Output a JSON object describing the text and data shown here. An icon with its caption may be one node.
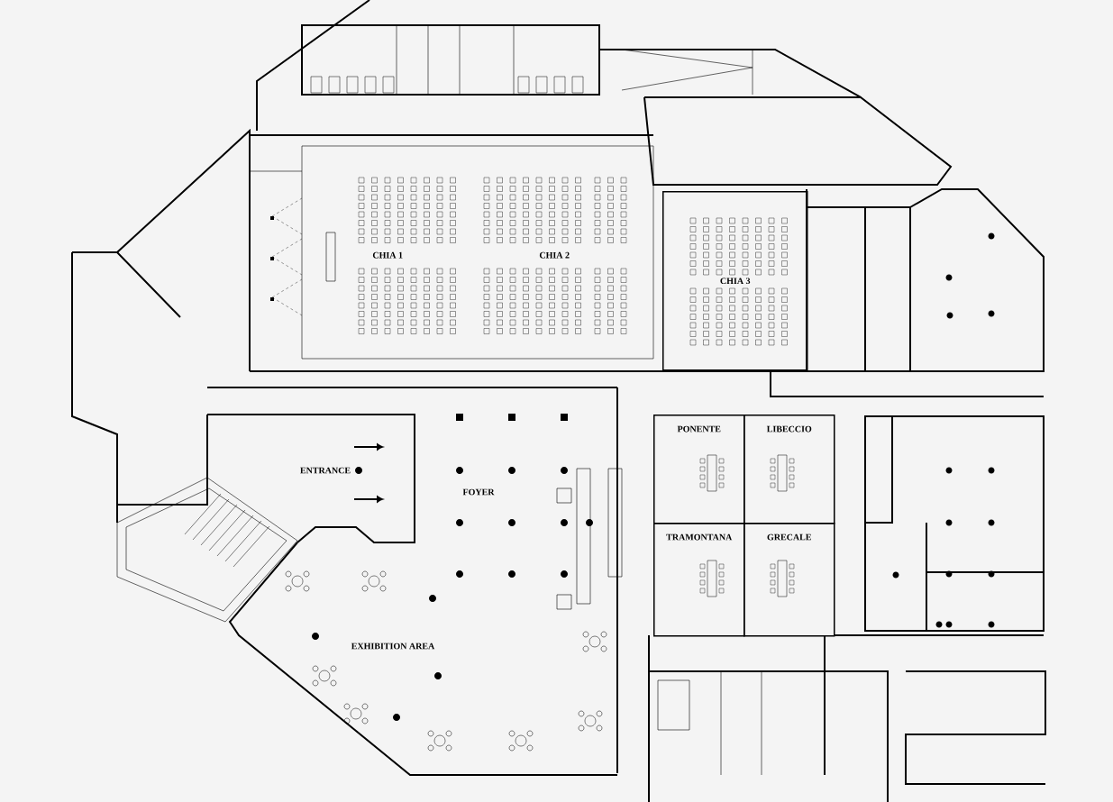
{
  "diagram": {
    "nodes": [
      {
        "text": [
          "CHIA 1"
        ]
      },
      {
        "text": [
          "CHIA 2"
        ]
      },
      {
        "text": [
          "CHIA 3"
        ]
      },
      {
        "text": [
          "PONENTE"
        ]
      },
      {
        "text": [
          "LIBECCIO"
        ]
      },
      {
        "text": [
          "TRAMONTANA"
        ]
      },
      {
        "text": [
          "GRECALE"
        ]
      }
    ],
    "labels": [
      "ENTRANCE",
      "FOYER",
      "EXHIBITION AREA"
    ]
  }
}
